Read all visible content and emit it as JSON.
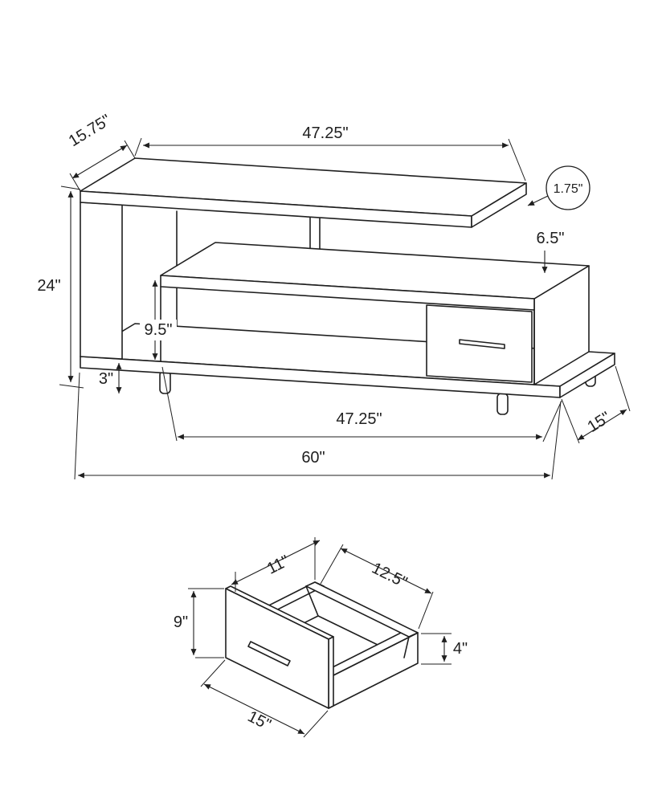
{
  "colors": {
    "ink": "#1f1f1f",
    "background": "#ffffff"
  },
  "tv": {
    "dims": {
      "shelf_depth": "15.75\"",
      "shelf_length": "47.25\"",
      "shelf_thickness": "1.75\"",
      "shelf_gap": "6.5\"",
      "total_height": "24\"",
      "opening_height": "9.5\"",
      "leg_height": "3\"",
      "cabinet_length": "47.25\"",
      "base_depth": "15\"",
      "total_length": "60\""
    }
  },
  "drawer": {
    "dims": {
      "inner_depth": "11\"",
      "inner_width": "12.5\"",
      "front_height": "9\"",
      "side_height": "4\"",
      "front_width": "15\""
    }
  }
}
